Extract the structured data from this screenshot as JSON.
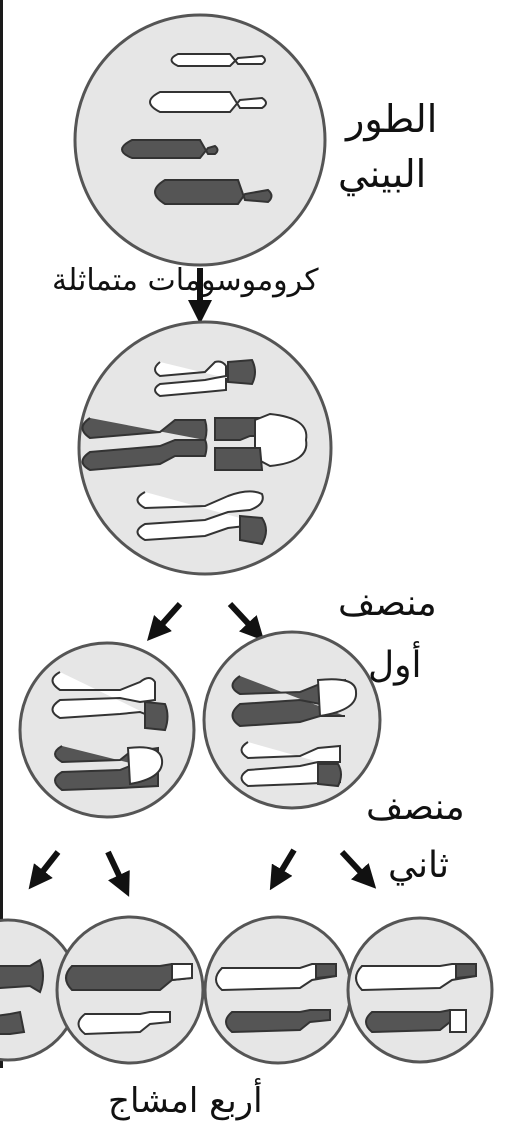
{
  "labels": {
    "interphase_line1": "الطور",
    "interphase_line2": "البيني",
    "homologous": "كروموسومات متماثلة",
    "meiosis1_line1": "منصف",
    "meiosis1_line2": "أول",
    "meiosis2_line1": "منصف",
    "meiosis2_line2": "ثاني",
    "gametes": "أربع امشاج"
  },
  "colors": {
    "cell_fill": "#e6e6e6",
    "cell_stroke": "#555555",
    "chromosome_dark": "#555555",
    "chromosome_light": "#ffffff",
    "outline": "#333333",
    "arrow": "#111111"
  }
}
